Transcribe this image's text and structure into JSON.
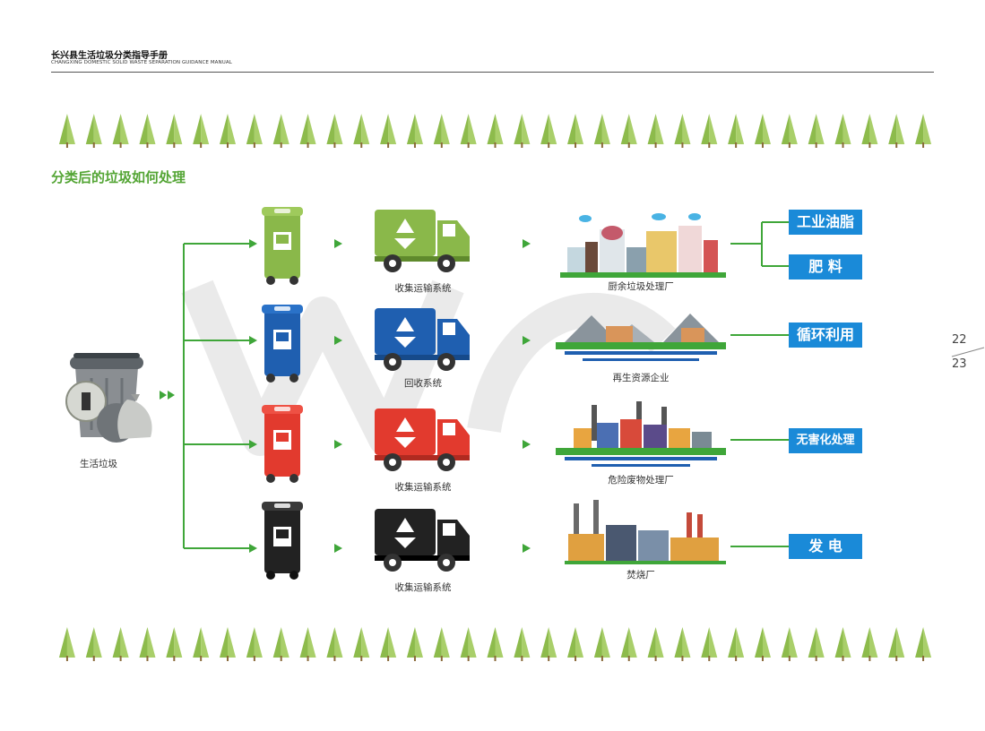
{
  "header": {
    "title": "长兴县生活垃圾分类指导手册",
    "subtitle": "CHANGXING DOMESTIC SOLID WASTE SEPARATION GUIDANCE MANUAL"
  },
  "section_title": "分类后的垃圾如何处理",
  "source": {
    "label": "生活垃圾"
  },
  "rows": [
    {
      "bin_color": "#8ab84a",
      "truck_label": "收集运输系统",
      "facility_label": "厨余垃圾处理厂",
      "outputs": [
        "工业油脂",
        "肥 料"
      ]
    },
    {
      "bin_color": "#1f5fb0",
      "truck_label": "回收系统",
      "facility_label": "再生资源企业",
      "outputs": [
        "循环利用"
      ]
    },
    {
      "bin_color": "#e23a2e",
      "truck_label": "收集运输系统",
      "facility_label": "危险废物处理厂",
      "outputs": [
        "无害化处理"
      ]
    },
    {
      "bin_color": "#222222",
      "truck_label": "收集运输系统",
      "facility_label": "焚烧厂",
      "outputs": [
        "发 电"
      ]
    }
  ],
  "page_numbers": {
    "left": "22",
    "right": "23"
  },
  "colors": {
    "accent_green": "#54a535",
    "output_blue": "#1a8ad8",
    "tree_green": "#8dbb4c"
  }
}
